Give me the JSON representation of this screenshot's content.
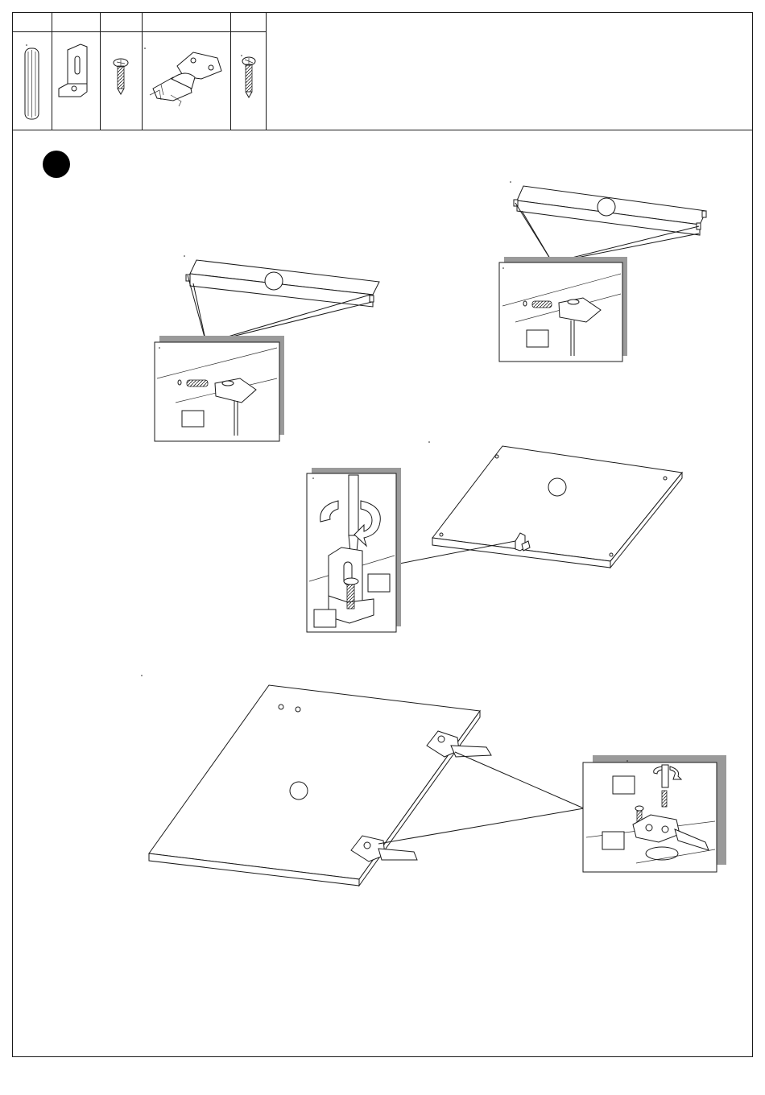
{
  "page": {
    "background": "#ffffff",
    "line_color": "#1a1a1a",
    "shadow_color": "#9a9a9a",
    "step_badge_color": "#000000"
  },
  "parts_table": {
    "columns": [
      {
        "icon": "dowel-icon"
      },
      {
        "icon": "l-bracket-icon"
      },
      {
        "icon": "short-screw-icon"
      },
      {
        "icon": "cabinet-hinge-icon"
      },
      {
        "icon": "long-screw-icon"
      }
    ]
  },
  "step": {
    "badge_icon": "step-number-badge"
  },
  "illustrations": [
    {
      "name": "top-panel-left",
      "icons": [
        "dowel-icon",
        "hammer-icon"
      ]
    },
    {
      "name": "top-panel-right",
      "icons": [
        "dowel-icon",
        "hammer-icon"
      ]
    },
    {
      "name": "base-panel",
      "icons": [
        "l-bracket-icon",
        "screwdriver-icon",
        "rotation-arrow-icon"
      ]
    },
    {
      "name": "door-panel",
      "icons": [
        "cabinet-hinge-icon",
        "screw-icon",
        "rotation-arrow-icon"
      ]
    }
  ]
}
